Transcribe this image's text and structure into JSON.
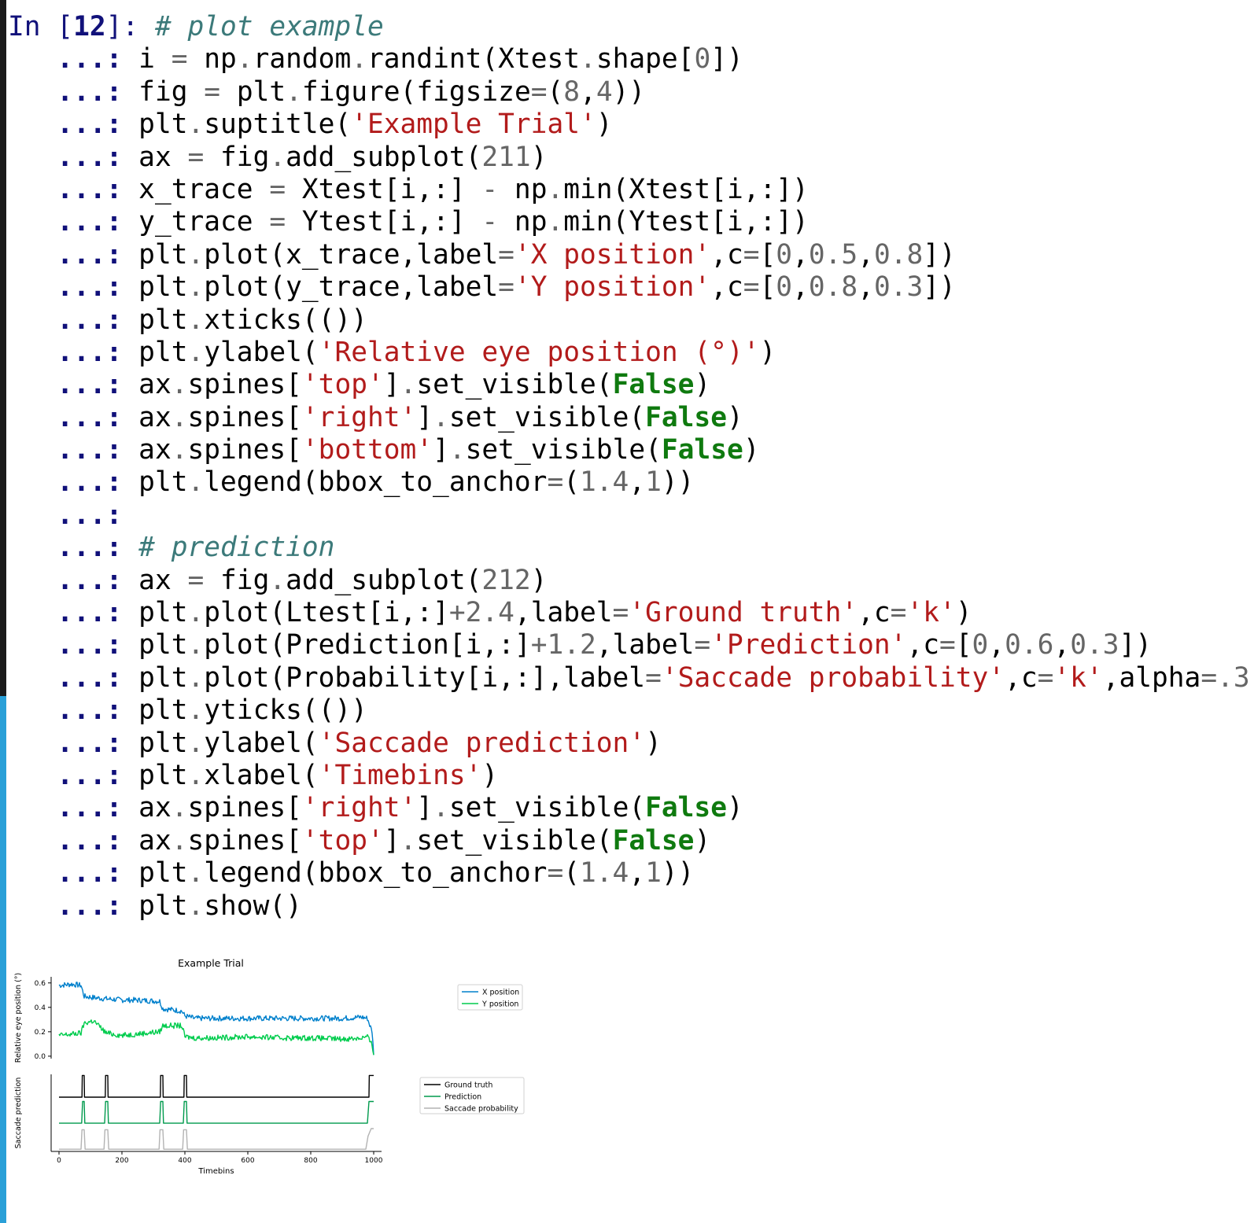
{
  "console": {
    "in_prompt_label": "In [",
    "in_prompt_number": "12",
    "in_prompt_suffix": "]: ",
    "cont_prompt": "   ...: ",
    "lines": [
      [
        {
          "t": "c",
          "v": "# plot example"
        }
      ],
      [
        {
          "t": "p",
          "v": "i "
        },
        {
          "t": "o",
          "v": "="
        },
        {
          "t": "p",
          "v": " np"
        },
        {
          "t": "o",
          "v": "."
        },
        {
          "t": "p",
          "v": "random"
        },
        {
          "t": "o",
          "v": "."
        },
        {
          "t": "p",
          "v": "randint(Xtest"
        },
        {
          "t": "o",
          "v": "."
        },
        {
          "t": "p",
          "v": "shape["
        },
        {
          "t": "n",
          "v": "0"
        },
        {
          "t": "p",
          "v": "])"
        }
      ],
      [
        {
          "t": "p",
          "v": "fig "
        },
        {
          "t": "o",
          "v": "="
        },
        {
          "t": "p",
          "v": " plt"
        },
        {
          "t": "o",
          "v": "."
        },
        {
          "t": "p",
          "v": "figure(figsize"
        },
        {
          "t": "o",
          "v": "="
        },
        {
          "t": "p",
          "v": "("
        },
        {
          "t": "n",
          "v": "8"
        },
        {
          "t": "p",
          "v": ","
        },
        {
          "t": "n",
          "v": "4"
        },
        {
          "t": "p",
          "v": "))"
        }
      ],
      [
        {
          "t": "p",
          "v": "plt"
        },
        {
          "t": "o",
          "v": "."
        },
        {
          "t": "p",
          "v": "suptitle("
        },
        {
          "t": "s",
          "v": "'Example Trial'"
        },
        {
          "t": "p",
          "v": ")"
        }
      ],
      [
        {
          "t": "p",
          "v": "ax "
        },
        {
          "t": "o",
          "v": "="
        },
        {
          "t": "p",
          "v": " fig"
        },
        {
          "t": "o",
          "v": "."
        },
        {
          "t": "p",
          "v": "add_subplot("
        },
        {
          "t": "n",
          "v": "211"
        },
        {
          "t": "p",
          "v": ")"
        }
      ],
      [
        {
          "t": "p",
          "v": "x_trace "
        },
        {
          "t": "o",
          "v": "="
        },
        {
          "t": "p",
          "v": " Xtest[i,:] "
        },
        {
          "t": "o",
          "v": "-"
        },
        {
          "t": "p",
          "v": " np"
        },
        {
          "t": "o",
          "v": "."
        },
        {
          "t": "p",
          "v": "min(Xtest[i,:])"
        }
      ],
      [
        {
          "t": "p",
          "v": "y_trace "
        },
        {
          "t": "o",
          "v": "="
        },
        {
          "t": "p",
          "v": " Ytest[i,:] "
        },
        {
          "t": "o",
          "v": "-"
        },
        {
          "t": "p",
          "v": " np"
        },
        {
          "t": "o",
          "v": "."
        },
        {
          "t": "p",
          "v": "min(Ytest[i,:])"
        }
      ],
      [
        {
          "t": "p",
          "v": "plt"
        },
        {
          "t": "o",
          "v": "."
        },
        {
          "t": "p",
          "v": "plot(x_trace,label"
        },
        {
          "t": "o",
          "v": "="
        },
        {
          "t": "s",
          "v": "'X position'"
        },
        {
          "t": "p",
          "v": ",c"
        },
        {
          "t": "o",
          "v": "="
        },
        {
          "t": "p",
          "v": "["
        },
        {
          "t": "n",
          "v": "0"
        },
        {
          "t": "p",
          "v": ","
        },
        {
          "t": "n",
          "v": "0.5"
        },
        {
          "t": "p",
          "v": ","
        },
        {
          "t": "n",
          "v": "0.8"
        },
        {
          "t": "p",
          "v": "])"
        }
      ],
      [
        {
          "t": "p",
          "v": "plt"
        },
        {
          "t": "o",
          "v": "."
        },
        {
          "t": "p",
          "v": "plot(y_trace,label"
        },
        {
          "t": "o",
          "v": "="
        },
        {
          "t": "s",
          "v": "'Y position'"
        },
        {
          "t": "p",
          "v": ",c"
        },
        {
          "t": "o",
          "v": "="
        },
        {
          "t": "p",
          "v": "["
        },
        {
          "t": "n",
          "v": "0"
        },
        {
          "t": "p",
          "v": ","
        },
        {
          "t": "n",
          "v": "0.8"
        },
        {
          "t": "p",
          "v": ","
        },
        {
          "t": "n",
          "v": "0.3"
        },
        {
          "t": "p",
          "v": "])"
        }
      ],
      [
        {
          "t": "p",
          "v": "plt"
        },
        {
          "t": "o",
          "v": "."
        },
        {
          "t": "p",
          "v": "xticks(())"
        }
      ],
      [
        {
          "t": "p",
          "v": "plt"
        },
        {
          "t": "o",
          "v": "."
        },
        {
          "t": "p",
          "v": "ylabel("
        },
        {
          "t": "s",
          "v": "'Relative eye position (°)'"
        },
        {
          "t": "p",
          "v": ")"
        }
      ],
      [
        {
          "t": "p",
          "v": "ax"
        },
        {
          "t": "o",
          "v": "."
        },
        {
          "t": "p",
          "v": "spines["
        },
        {
          "t": "s",
          "v": "'top'"
        },
        {
          "t": "p",
          "v": "]"
        },
        {
          "t": "o",
          "v": "."
        },
        {
          "t": "p",
          "v": "set_visible("
        },
        {
          "t": "k",
          "v": "False"
        },
        {
          "t": "p",
          "v": ")"
        }
      ],
      [
        {
          "t": "p",
          "v": "ax"
        },
        {
          "t": "o",
          "v": "."
        },
        {
          "t": "p",
          "v": "spines["
        },
        {
          "t": "s",
          "v": "'right'"
        },
        {
          "t": "p",
          "v": "]"
        },
        {
          "t": "o",
          "v": "."
        },
        {
          "t": "p",
          "v": "set_visible("
        },
        {
          "t": "k",
          "v": "False"
        },
        {
          "t": "p",
          "v": ")"
        }
      ],
      [
        {
          "t": "p",
          "v": "ax"
        },
        {
          "t": "o",
          "v": "."
        },
        {
          "t": "p",
          "v": "spines["
        },
        {
          "t": "s",
          "v": "'bottom'"
        },
        {
          "t": "p",
          "v": "]"
        },
        {
          "t": "o",
          "v": "."
        },
        {
          "t": "p",
          "v": "set_visible("
        },
        {
          "t": "k",
          "v": "False"
        },
        {
          "t": "p",
          "v": ")"
        }
      ],
      [
        {
          "t": "p",
          "v": "plt"
        },
        {
          "t": "o",
          "v": "."
        },
        {
          "t": "p",
          "v": "legend(bbox_to_anchor"
        },
        {
          "t": "o",
          "v": "="
        },
        {
          "t": "p",
          "v": "("
        },
        {
          "t": "n",
          "v": "1.4"
        },
        {
          "t": "p",
          "v": ","
        },
        {
          "t": "n",
          "v": "1"
        },
        {
          "t": "p",
          "v": "))"
        }
      ],
      [],
      [
        {
          "t": "c",
          "v": "# prediction"
        }
      ],
      [
        {
          "t": "p",
          "v": "ax "
        },
        {
          "t": "o",
          "v": "="
        },
        {
          "t": "p",
          "v": " fig"
        },
        {
          "t": "o",
          "v": "."
        },
        {
          "t": "p",
          "v": "add_subplot("
        },
        {
          "t": "n",
          "v": "212"
        },
        {
          "t": "p",
          "v": ")"
        }
      ],
      [
        {
          "t": "p",
          "v": "plt"
        },
        {
          "t": "o",
          "v": "."
        },
        {
          "t": "p",
          "v": "plot(Ltest[i,:]"
        },
        {
          "t": "o",
          "v": "+"
        },
        {
          "t": "n",
          "v": "2.4"
        },
        {
          "t": "p",
          "v": ",label"
        },
        {
          "t": "o",
          "v": "="
        },
        {
          "t": "s",
          "v": "'Ground truth'"
        },
        {
          "t": "p",
          "v": ",c"
        },
        {
          "t": "o",
          "v": "="
        },
        {
          "t": "s",
          "v": "'k'"
        },
        {
          "t": "p",
          "v": ")"
        }
      ],
      [
        {
          "t": "p",
          "v": "plt"
        },
        {
          "t": "o",
          "v": "."
        },
        {
          "t": "p",
          "v": "plot(Prediction[i,:]"
        },
        {
          "t": "o",
          "v": "+"
        },
        {
          "t": "n",
          "v": "1.2"
        },
        {
          "t": "p",
          "v": ",label"
        },
        {
          "t": "o",
          "v": "="
        },
        {
          "t": "s",
          "v": "'Prediction'"
        },
        {
          "t": "p",
          "v": ",c"
        },
        {
          "t": "o",
          "v": "="
        },
        {
          "t": "p",
          "v": "["
        },
        {
          "t": "n",
          "v": "0"
        },
        {
          "t": "p",
          "v": ","
        },
        {
          "t": "n",
          "v": "0.6"
        },
        {
          "t": "p",
          "v": ","
        },
        {
          "t": "n",
          "v": "0.3"
        },
        {
          "t": "p",
          "v": "])"
        }
      ],
      [
        {
          "t": "p",
          "v": "plt"
        },
        {
          "t": "o",
          "v": "."
        },
        {
          "t": "p",
          "v": "plot(Probability[i,:],label"
        },
        {
          "t": "o",
          "v": "="
        },
        {
          "t": "s",
          "v": "'Saccade probability'"
        },
        {
          "t": "p",
          "v": ",c"
        },
        {
          "t": "o",
          "v": "="
        },
        {
          "t": "s",
          "v": "'k'"
        },
        {
          "t": "p",
          "v": ",alpha"
        },
        {
          "t": "o",
          "v": "="
        },
        {
          "t": "n",
          "v": ".3"
        },
        {
          "t": "p",
          "v": ")"
        }
      ],
      [
        {
          "t": "p",
          "v": "plt"
        },
        {
          "t": "o",
          "v": "."
        },
        {
          "t": "p",
          "v": "yticks(())"
        }
      ],
      [
        {
          "t": "p",
          "v": "plt"
        },
        {
          "t": "o",
          "v": "."
        },
        {
          "t": "p",
          "v": "ylabel("
        },
        {
          "t": "s",
          "v": "'Saccade prediction'"
        },
        {
          "t": "p",
          "v": ")"
        }
      ],
      [
        {
          "t": "p",
          "v": "plt"
        },
        {
          "t": "o",
          "v": "."
        },
        {
          "t": "p",
          "v": "xlabel("
        },
        {
          "t": "s",
          "v": "'Timebins'"
        },
        {
          "t": "p",
          "v": ")"
        }
      ],
      [
        {
          "t": "p",
          "v": "ax"
        },
        {
          "t": "o",
          "v": "."
        },
        {
          "t": "p",
          "v": "spines["
        },
        {
          "t": "s",
          "v": "'right'"
        },
        {
          "t": "p",
          "v": "]"
        },
        {
          "t": "o",
          "v": "."
        },
        {
          "t": "p",
          "v": "set_visible("
        },
        {
          "t": "k",
          "v": "False"
        },
        {
          "t": "p",
          "v": ")"
        }
      ],
      [
        {
          "t": "p",
          "v": "ax"
        },
        {
          "t": "o",
          "v": "."
        },
        {
          "t": "p",
          "v": "spines["
        },
        {
          "t": "s",
          "v": "'top'"
        },
        {
          "t": "p",
          "v": "]"
        },
        {
          "t": "o",
          "v": "."
        },
        {
          "t": "p",
          "v": "set_visible("
        },
        {
          "t": "k",
          "v": "False"
        },
        {
          "t": "p",
          "v": ")"
        }
      ],
      [
        {
          "t": "p",
          "v": "plt"
        },
        {
          "t": "o",
          "v": "."
        },
        {
          "t": "p",
          "v": "legend(bbox_to_anchor"
        },
        {
          "t": "o",
          "v": "="
        },
        {
          "t": "p",
          "v": "("
        },
        {
          "t": "n",
          "v": "1.4"
        },
        {
          "t": "p",
          "v": ","
        },
        {
          "t": "n",
          "v": "1"
        },
        {
          "t": "p",
          "v": "))"
        }
      ],
      [
        {
          "t": "p",
          "v": "plt"
        },
        {
          "t": "o",
          "v": "."
        },
        {
          "t": "p",
          "v": "show()"
        }
      ]
    ]
  },
  "chart_data": [
    {
      "type": "line",
      "suptitle": "Example Trial",
      "ylabel": "Relative eye position (°)",
      "xlim": [
        0,
        1000
      ],
      "ylim": [
        -0.02,
        0.65
      ],
      "yticks": [
        "0.0",
        "0.2",
        "0.4",
        "0.6"
      ],
      "legend": "right",
      "series": [
        {
          "name": "X position",
          "color": "#0080cc",
          "x": [
            0,
            40,
            70,
            80,
            110,
            150,
            200,
            240,
            320,
            330,
            390,
            400,
            430,
            500,
            600,
            700,
            800,
            900,
            960,
            980,
            995,
            1000
          ],
          "y": [
            0.58,
            0.59,
            0.58,
            0.49,
            0.48,
            0.47,
            0.46,
            0.46,
            0.45,
            0.39,
            0.37,
            0.33,
            0.31,
            0.31,
            0.31,
            0.31,
            0.31,
            0.31,
            0.32,
            0.31,
            0.2,
            0.01
          ]
        },
        {
          "name": "Y position",
          "color": "#00cc4d",
          "x": [
            0,
            40,
            70,
            80,
            110,
            150,
            200,
            240,
            320,
            330,
            390,
            400,
            430,
            500,
            600,
            700,
            800,
            900,
            960,
            980,
            995,
            1000
          ],
          "y": [
            0.17,
            0.18,
            0.19,
            0.27,
            0.29,
            0.19,
            0.17,
            0.18,
            0.2,
            0.25,
            0.25,
            0.16,
            0.15,
            0.15,
            0.16,
            0.15,
            0.15,
            0.14,
            0.15,
            0.16,
            0.09,
            0.01
          ]
        }
      ]
    },
    {
      "type": "line",
      "ylabel": "Saccade prediction",
      "xlabel": "Timebins",
      "xlim": [
        0,
        1000
      ],
      "ylim": [
        -0.1,
        3.45
      ],
      "xticks": [
        0,
        200,
        400,
        600,
        800,
        1000
      ],
      "legend": "right",
      "series": [
        {
          "name": "Ground truth",
          "color": "#000000",
          "x": [
            0,
            73,
            74,
            80,
            81,
            147,
            148,
            155,
            156,
            322,
            323,
            330,
            331,
            397,
            398,
            405,
            406,
            985,
            986,
            995,
            996,
            1000
          ],
          "y": [
            2.4,
            2.4,
            3.4,
            3.4,
            2.4,
            2.4,
            3.4,
            3.4,
            2.4,
            2.4,
            3.4,
            3.4,
            2.4,
            2.4,
            3.4,
            3.4,
            2.4,
            2.4,
            3.4,
            3.4,
            3.4,
            3.4
          ]
        },
        {
          "name": "Prediction",
          "color": "#009a4d",
          "x": [
            0,
            72,
            75,
            80,
            82,
            145,
            148,
            155,
            157,
            320,
            323,
            330,
            332,
            395,
            398,
            405,
            407,
            980,
            985,
            1000
          ],
          "y": [
            1.2,
            1.2,
            2.2,
            2.2,
            1.2,
            1.2,
            2.2,
            2.2,
            1.2,
            1.2,
            2.2,
            2.2,
            1.2,
            1.2,
            2.2,
            2.2,
            1.2,
            1.2,
            2.2,
            2.2
          ]
        },
        {
          "name": "Saccade probability",
          "color": "#b3b3b3",
          "x": [
            0,
            70,
            73,
            80,
            83,
            143,
            146,
            155,
            158,
            318,
            321,
            330,
            333,
            393,
            396,
            405,
            408,
            975,
            982,
            992,
            1000
          ],
          "y": [
            0,
            0,
            0.9,
            0.9,
            0,
            0,
            0.9,
            0.9,
            0,
            0,
            0.9,
            0.9,
            0,
            0,
            0.9,
            0.9,
            0,
            0,
            0.6,
            0.95,
            0.95
          ]
        }
      ]
    }
  ]
}
